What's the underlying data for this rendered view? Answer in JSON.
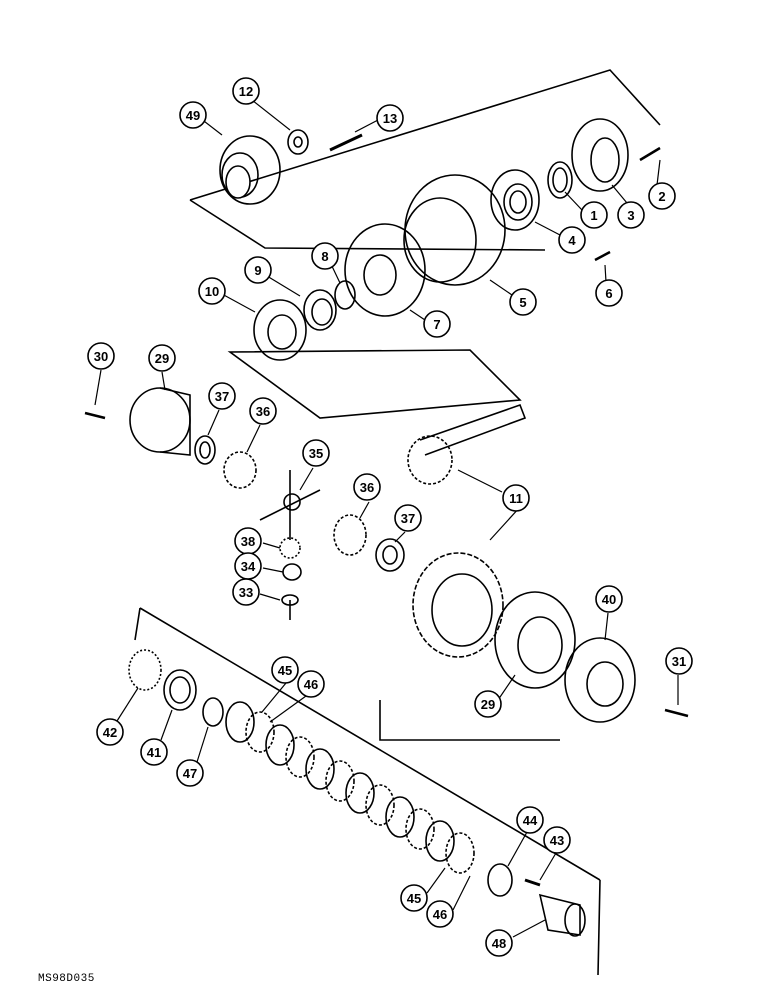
{
  "callouts": [
    "49",
    "12",
    "13",
    "1",
    "2",
    "3",
    "4",
    "5",
    "6",
    "7",
    "8",
    "9",
    "10",
    "30",
    "29",
    "37",
    "36",
    "35",
    "11",
    "36",
    "37",
    "38",
    "34",
    "33",
    "40",
    "31",
    "29",
    "45",
    "46",
    "42",
    "41",
    "47",
    "44",
    "43",
    "45",
    "46",
    "48"
  ],
  "drawing_code": "MS98D035"
}
